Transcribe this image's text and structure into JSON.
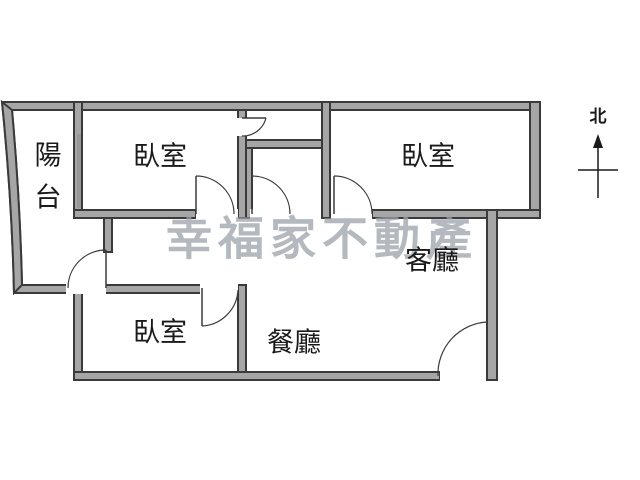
{
  "floor_plan": {
    "rooms": {
      "balcony": "陽台",
      "bedroom_top_left": "臥室",
      "bedroom_top_right": "臥室",
      "living_room": "客廳",
      "bedroom_bottom_left": "臥室",
      "dining_room": "餐廳"
    },
    "watermark": "幸福家不動產",
    "compass": {
      "north_label": "北"
    }
  }
}
